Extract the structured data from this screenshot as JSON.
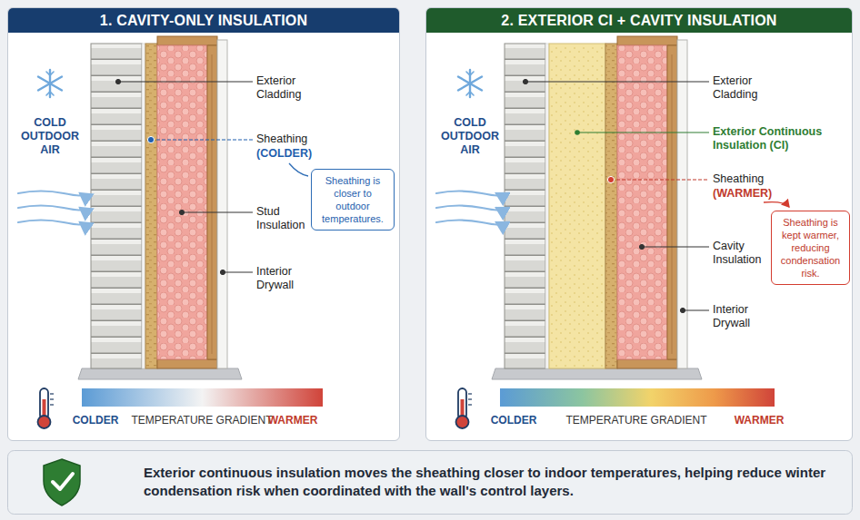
{
  "diagram": {
    "nodes": [
      {
        "text": [
          "1. CAVITY-ONLY INSULATION"
        ]
      },
      {
        "text": [
          "Sheathing is closer to outdoor temperatures."
        ],
        "in": 0
      },
      {
        "text": [
          "2. EXTERIOR CI + CAVITY INSULATION"
        ]
      },
      {
        "text": [
          "Sheathing is kept warmer, reducing condensation risk."
        ],
        "in": 2
      }
    ],
    "labels": [
      "COLD OUTDOOR AIR",
      "Exterior Cladding",
      "Sheathing",
      "(COLDER)",
      "Stud Insulation",
      "Interior Drywall",
      "COLDER",
      "TEMPERATURE GRADIENT",
      "WARMER",
      "COLD OUTDOOR AIR",
      "Exterior Cladding",
      "Exterior Continuous Insulation (CI)",
      "Sheathing",
      "(WARMER)",
      "Cavity Insulation",
      "Interior Drywall",
      "COLDER",
      "TEMPERATURE GRADIENT",
      "WARMER"
    ],
    "caption": "Exterior continuous insulation moves the sheathing closer to indoor temperatures, helping reduce winter condensation risk when coordinated with the wall's control layers."
  }
}
